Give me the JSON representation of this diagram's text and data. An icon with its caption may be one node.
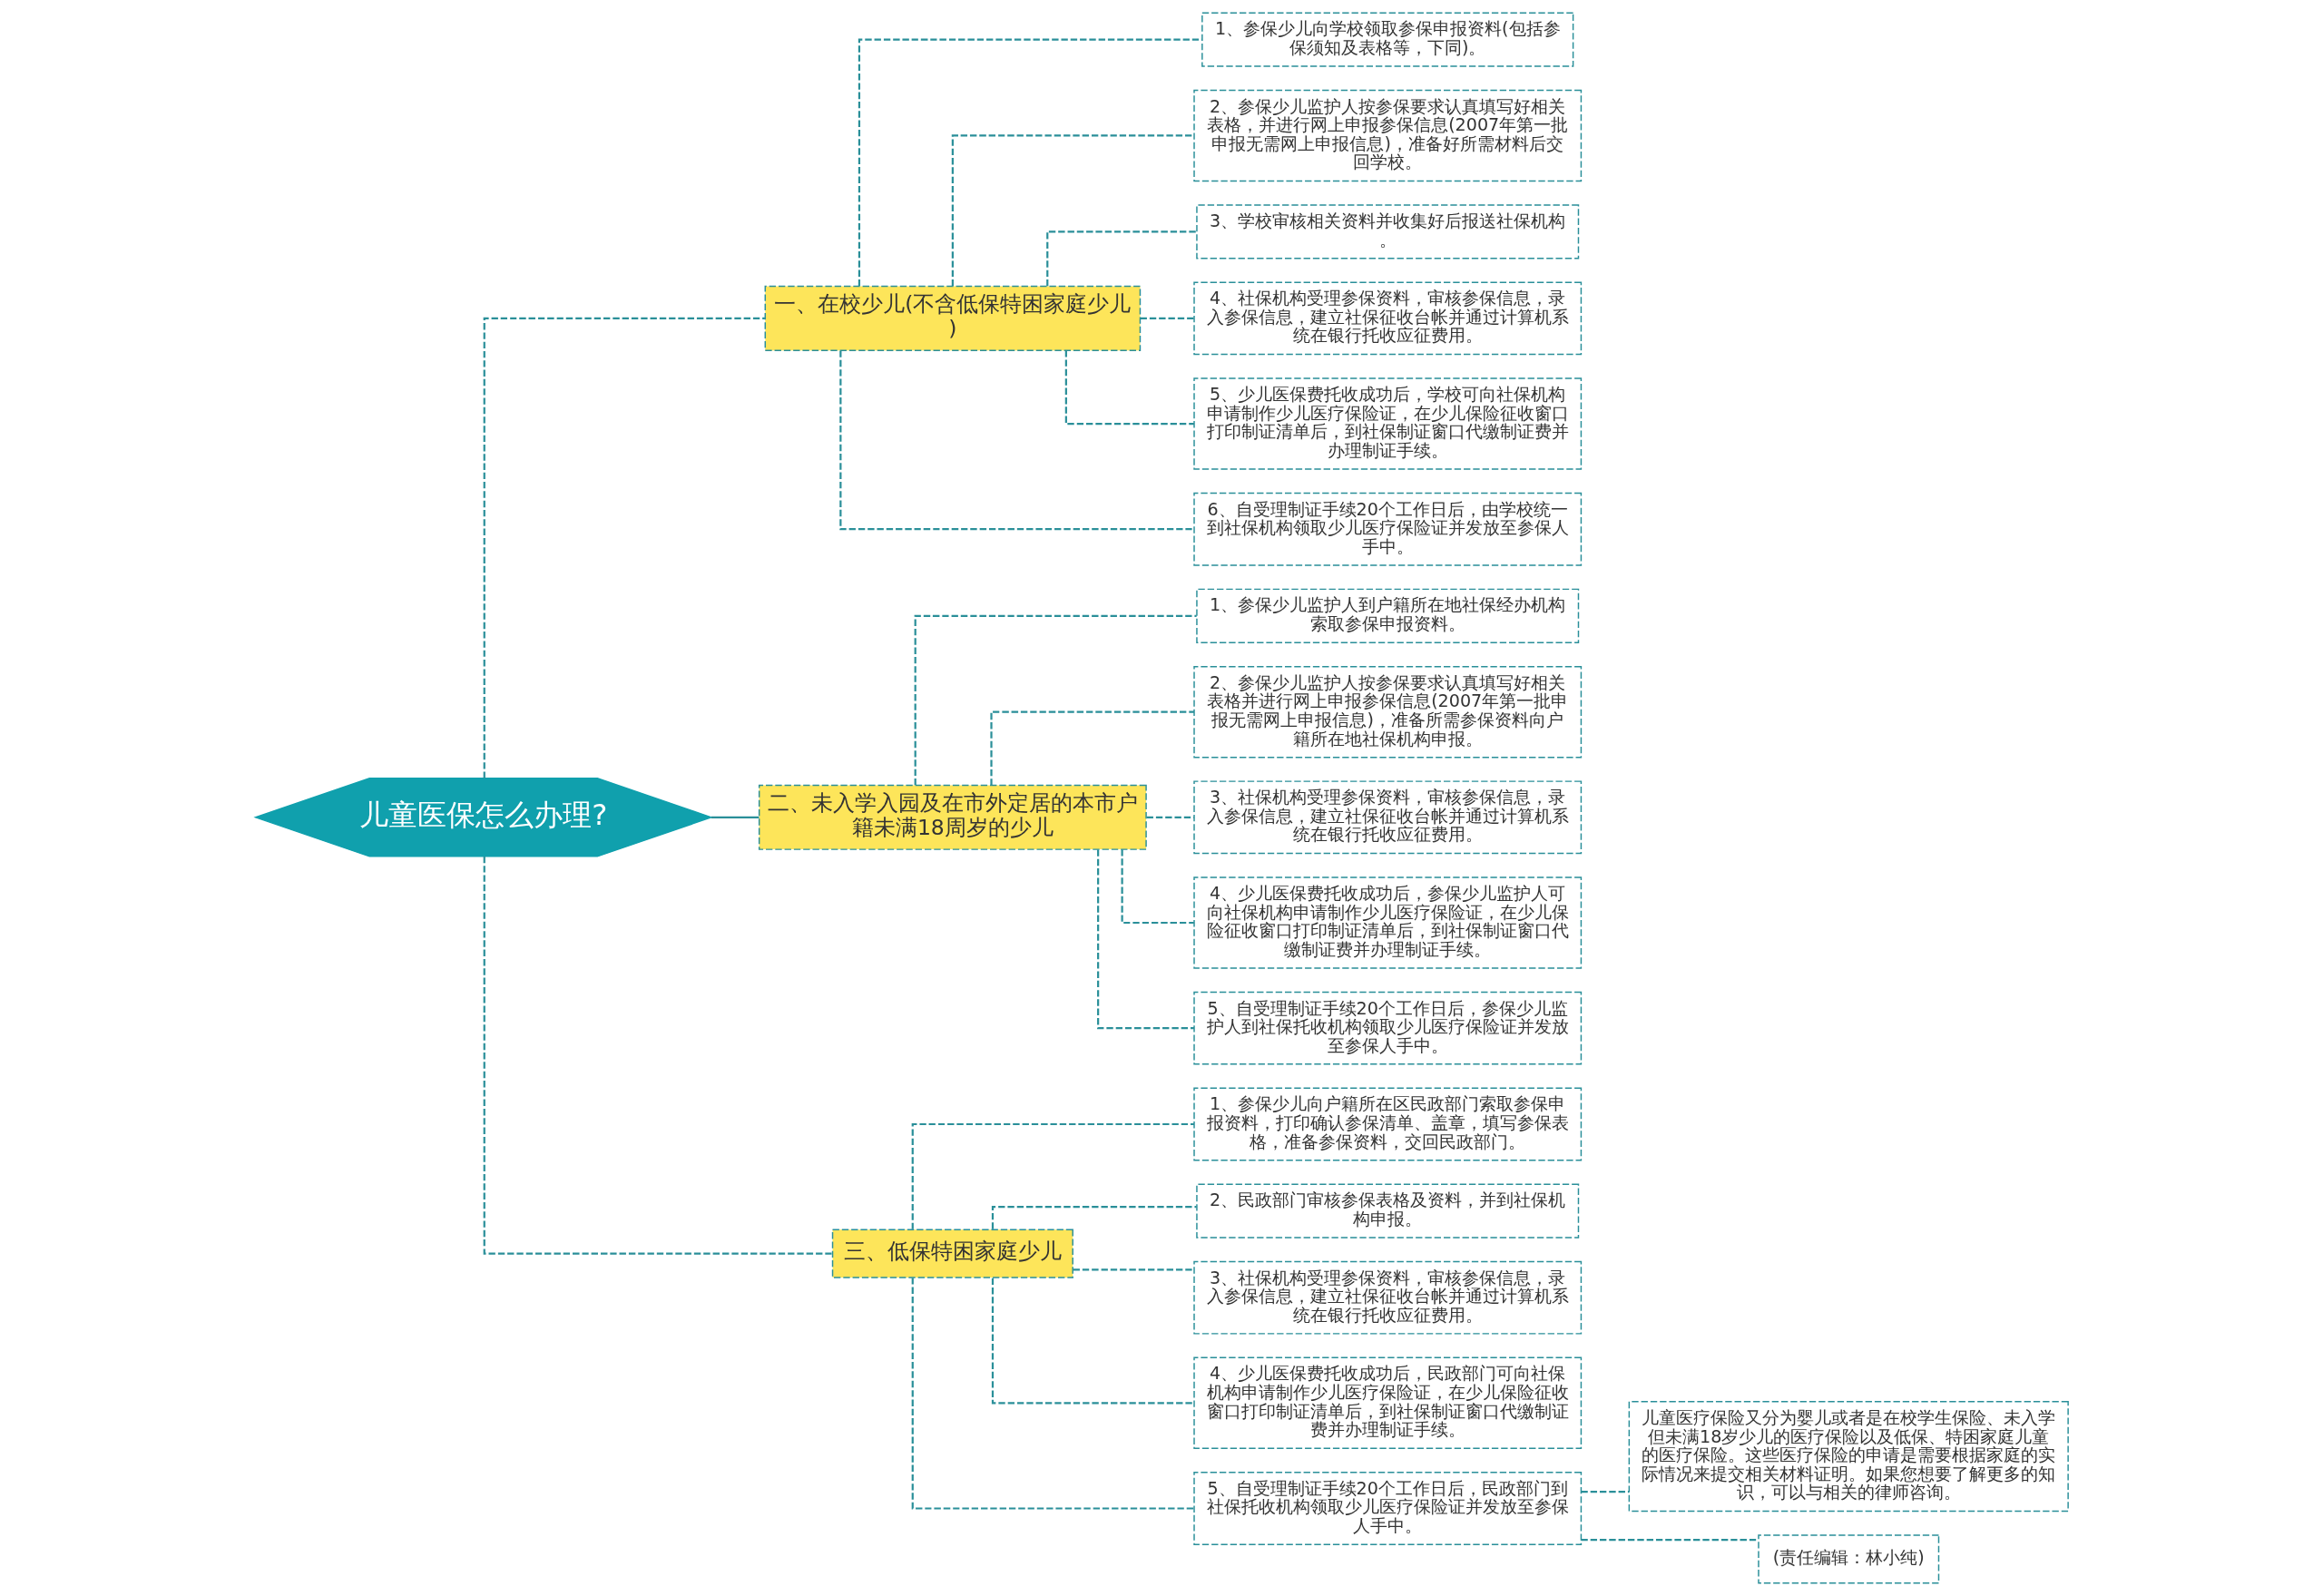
{
  "diagram": {
    "nodes": [
      {
        "text": [
          "儿童医保怎么办理?"
        ]
      },
      {
        "text": [
          "一、在校少儿(不含低保特困家庭少儿)"
        ]
      },
      {
        "text": [
          "1、参保少儿向学校领取参保申报资料(包括参保须知及表格等，下同)。"
        ]
      },
      {
        "text": [
          "2、参保少儿监护人按参保要求认真填写好相关表格，并进行网上申报参保信息(2007年第一批申报无需网上申报信息)，准备好所需材料后交回学校。"
        ]
      },
      {
        "text": [
          "3、学校审核相关资料并收集好后报送社保机构。"
        ]
      },
      {
        "text": [
          "4、社保机构受理参保资料，审核参保信息，录入参保信息，建立社保征收台帐并通过计算机系统在银行托收应征费用。"
        ]
      },
      {
        "text": [
          "5、少儿医保费托收成功后，学校可向社保机构申请制作少儿医疗保险证，在少儿保险征收窗口打印制证清单后，到社保制证窗口代缴制证费并办理制证手续。"
        ]
      },
      {
        "text": [
          "6、自受理制证手续20个工作日后，由学校统一到社保机构领取少儿医疗保险证并发放至参保人手中。"
        ]
      },
      {
        "text": [
          "二、未入学入园及在市外定居的本市户籍未满18周岁的少儿"
        ]
      },
      {
        "text": [
          "1、参保少儿监护人到户籍所在地社保经办机构索取参保申报资料。"
        ]
      },
      {
        "text": [
          "2、参保少儿监护人按参保要求认真填写好相关表格并进行网上申报参保信息(2007年第一批申报无需网上申报信息)，准备所需参保资料向户籍所在地社保机构申报。"
        ]
      },
      {
        "text": [
          "3、社保机构受理参保资料，审核参保信息，录入参保信息，建立社保征收台帐并通过计算机系统在银行托收应征费用。"
        ]
      },
      {
        "text": [
          "4、少儿医保费托收成功后，参保少儿监护人可向社保机构申请制作少儿医疗保险证，在少儿保险征收窗口打印制证清单后，到社保制证窗口代缴制证费并办理制证手续。"
        ]
      },
      {
        "text": [
          "5、自受理制证手续20个工作日后，参保少儿监护人到社保托收机构领取少儿医疗保险证并发放至参保人手中。"
        ]
      },
      {
        "text": [
          "三、低保特困家庭少儿"
        ]
      },
      {
        "text": [
          "1、参保少儿向户籍所在区民政部门索取参保申报资料，打印确认参保清单、盖章，填写参保表格，准备参保资料，交回民政部门。"
        ]
      },
      {
        "text": [
          "2、民政部门审核参保表格及资料，并到社保机构申报。"
        ]
      },
      {
        "text": [
          "3、社保机构受理参保资料，审核参保信息，录入参保信息，建立社保征收台帐并通过计算机系统在银行托收应征费用。"
        ]
      },
      {
        "text": [
          "4、少儿医保费托收成功后，民政部门可向社保机构申请制作少儿医疗保险证，在少儿保险征收窗口打印制证清单后，到社保制证窗口代缴制证费并办理制证手续。"
        ]
      },
      {
        "text": [
          "5、自受理制证手续20个工作日后，民政部门到社保托收机构领取少儿医疗保险证并发放至参保人手中。"
        ]
      },
      {
        "text": [
          "儿童医疗保险又分为婴儿或者是在校学生保险、未入学但未满18岁少儿的医疗保险以及低保、特困家庭儿童的医疗保险。这些医疗保险的申请是需要根据家庭的实际情况来提交相关材料证明。如果您想要了解更多的知识，可以与相关的律师咨询。"
        ]
      },
      {
        "text": [
          "(责任编辑：林小纯)"
        ]
      }
    ],
    "edges": [
      {
        "from": 0,
        "to": 1,
        "arrow": "none",
        "style": "dashed"
      },
      {
        "from": 1,
        "to": 2,
        "arrow": "none",
        "style": "dashed"
      },
      {
        "from": 1,
        "to": 3,
        "arrow": "none",
        "style": "dashed"
      },
      {
        "from": 1,
        "to": 4,
        "arrow": "none",
        "style": "dashed"
      },
      {
        "from": 1,
        "to": 5,
        "arrow": "none",
        "style": "dashed"
      },
      {
        "from": 1,
        "to": 6,
        "arrow": "none",
        "style": "dashed"
      },
      {
        "from": 1,
        "to": 7,
        "arrow": "none",
        "style": "dashed"
      },
      {
        "from": 0,
        "to": 8,
        "arrow": "none"
      },
      {
        "from": 8,
        "to": 9,
        "arrow": "none",
        "style": "dashed"
      },
      {
        "from": 8,
        "to": 10,
        "arrow": "none",
        "style": "dashed"
      },
      {
        "from": 8,
        "to": 11,
        "arrow": "none",
        "style": "dashed"
      },
      {
        "from": 8,
        "to": 12,
        "arrow": "none",
        "style": "dashed"
      },
      {
        "from": 8,
        "to": 13,
        "arrow": "none",
        "style": "dashed"
      },
      {
        "from": 0,
        "to": 14,
        "arrow": "none",
        "style": "dashed"
      },
      {
        "from": 14,
        "to": 15,
        "arrow": "none",
        "style": "dashed"
      },
      {
        "from": 14,
        "to": 16,
        "arrow": "none",
        "style": "dashed"
      },
      {
        "from": 14,
        "to": 17,
        "arrow": "none",
        "style": "dashed"
      },
      {
        "from": 14,
        "to": 18,
        "arrow": "none",
        "style": "dashed"
      },
      {
        "from": 14,
        "to": 19,
        "arrow": "none",
        "style": "dashed"
      },
      {
        "from": 19,
        "to": 20,
        "arrow": "none",
        "style": "dashed"
      },
      {
        "from": 19,
        "to": 21,
        "arrow": "none",
        "style": "dashed"
      }
    ]
  }
}
